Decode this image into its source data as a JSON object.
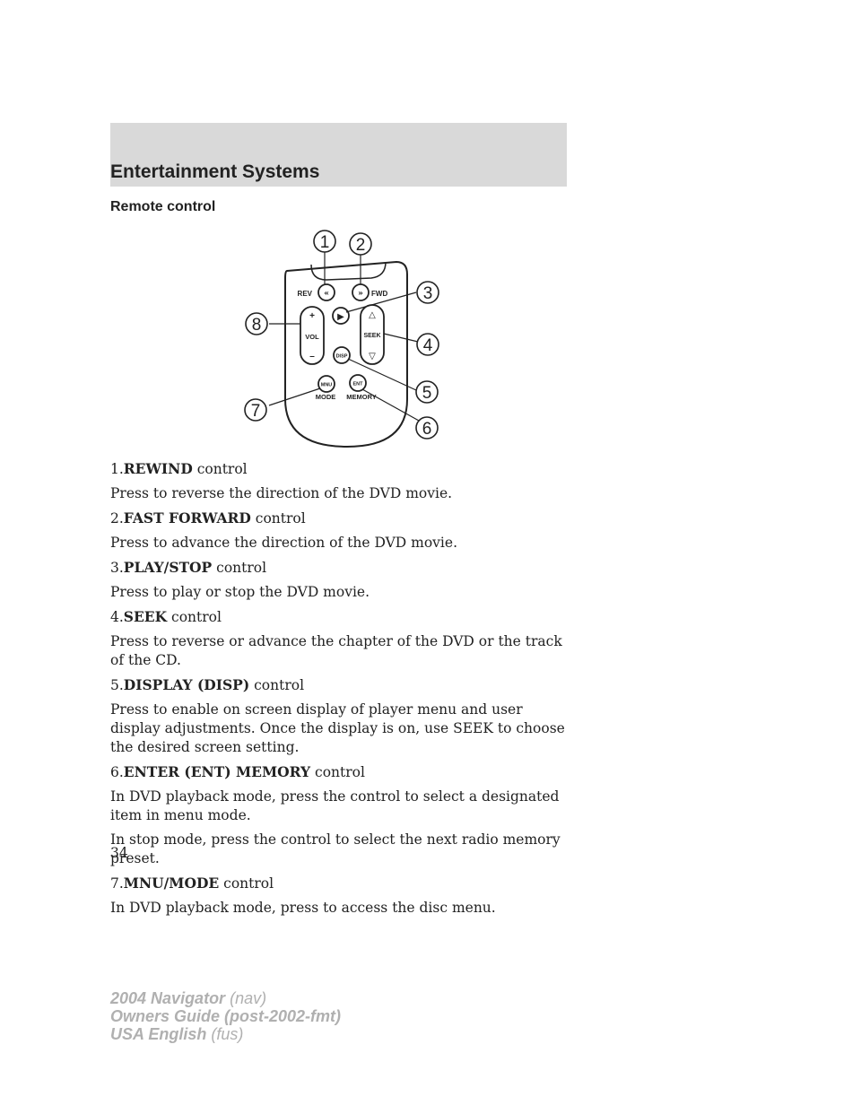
{
  "header": {
    "title": "Entertainment Systems"
  },
  "section": {
    "title": "Remote control"
  },
  "diagram": {
    "callouts": [
      "1",
      "2",
      "3",
      "4",
      "5",
      "6",
      "7",
      "8"
    ],
    "buttons": {
      "rev": "REV",
      "fwd": "FWD",
      "vol": "VOL",
      "vol_plus": "+",
      "vol_minus": "–",
      "seek": "SEEK",
      "disp": "DISP",
      "mnu": "MNU",
      "mode": "MODE",
      "ent": "ENT",
      "memory": "MEMORY"
    },
    "icons": [
      "rewind-icon",
      "fast-forward-icon",
      "play-stop-icon",
      "seek-up-icon",
      "seek-down-icon"
    ]
  },
  "items": [
    {
      "num": "1.",
      "name": "REWIND",
      "suffix": "control",
      "desc": [
        "Press to reverse the direction of the DVD movie."
      ]
    },
    {
      "num": "2.",
      "name": "FAST FORWARD",
      "suffix": "control",
      "desc": [
        "Press to advance the direction of the DVD movie."
      ]
    },
    {
      "num": "3.",
      "name": "PLAY/STOP",
      "suffix": "control",
      "desc": [
        "Press to play or stop the DVD movie."
      ]
    },
    {
      "num": "4.",
      "name": "SEEK",
      "suffix": "control",
      "desc": [
        "Press to reverse or advance the chapter of the DVD or the track of the CD."
      ]
    },
    {
      "num": "5.",
      "name": "DISPLAY (DISP)",
      "suffix": "control",
      "desc": [
        "Press to enable on screen display of player menu and user display adjustments. Once the display is on, use SEEK to choose the desired screen setting."
      ]
    },
    {
      "num": "6.",
      "name": "ENTER (ENT) MEMORY",
      "suffix": "control",
      "desc": [
        "In DVD playback mode, press the control to select a designated item in menu mode.",
        "In stop mode, press the control to select the next radio memory preset."
      ]
    },
    {
      "num": "7.",
      "name": "MNU/MODE",
      "suffix": "control",
      "desc": [
        "In DVD playback mode, press to access the disc menu."
      ]
    }
  ],
  "page_number": "34",
  "footer": {
    "line1_bold": "2004 Navigator",
    "line1_rest": "(nav)",
    "line2_bold": "Owners Guide (post-2002-fmt)",
    "line3_bold": "USA English",
    "line3_rest": "(fus)"
  }
}
